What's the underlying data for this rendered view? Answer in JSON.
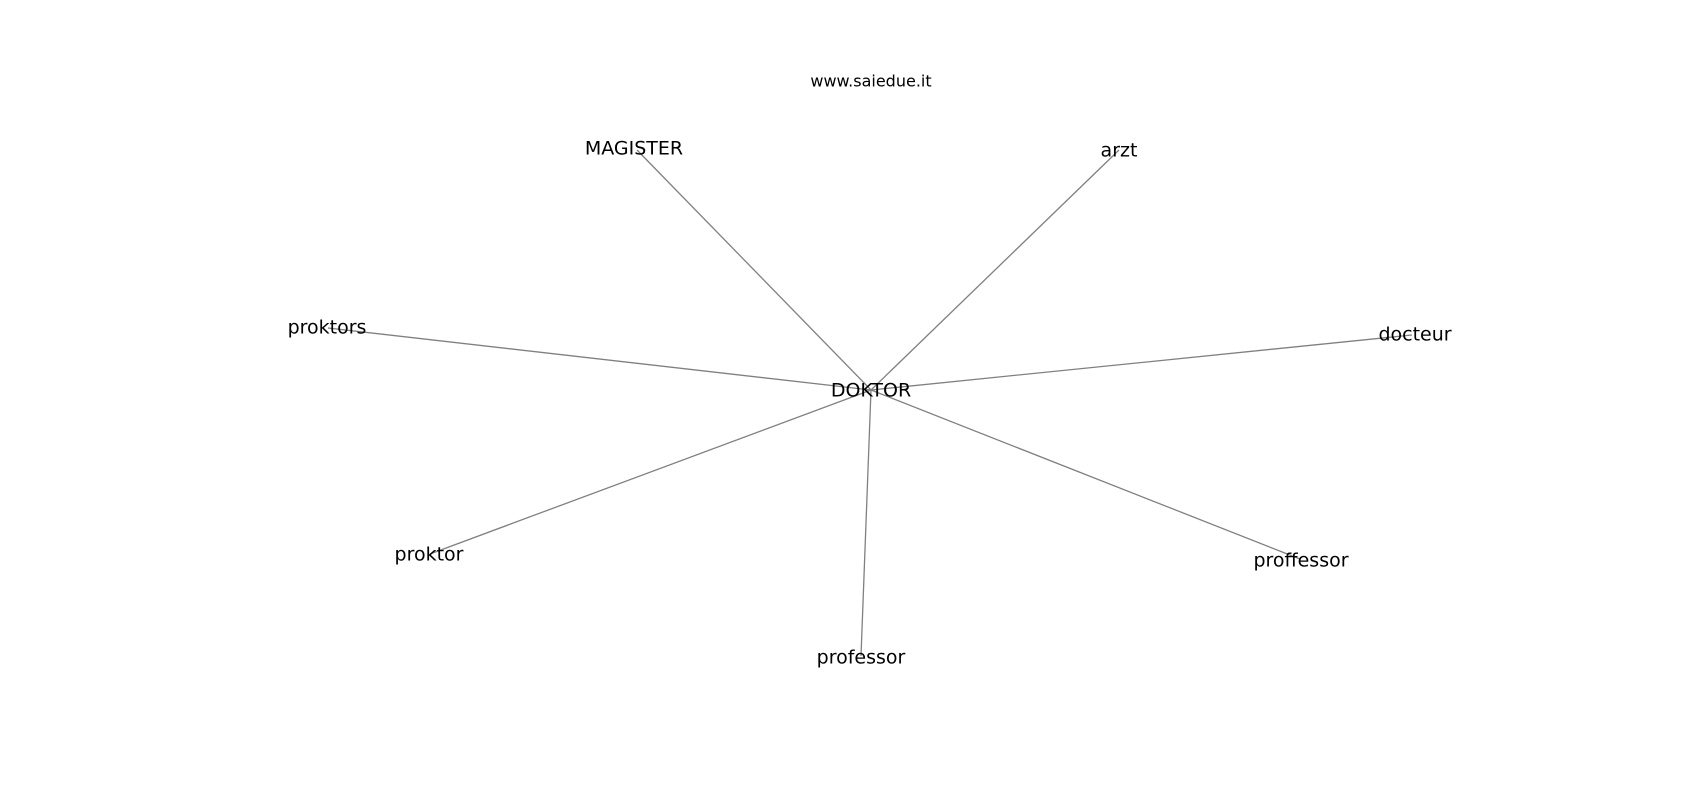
{
  "site": "www.saiedue.it",
  "center": {
    "id": "doktor",
    "label": "DOKTOR"
  },
  "nodes": [
    {
      "id": "magister",
      "label": "MAGISTER"
    },
    {
      "id": "arzt",
      "label": "arzt"
    },
    {
      "id": "proktors",
      "label": "proktors"
    },
    {
      "id": "docteur",
      "label": "docteur"
    },
    {
      "id": "proktor",
      "label": "proktor"
    },
    {
      "id": "proffessor",
      "label": "proffessor"
    },
    {
      "id": "professor",
      "label": "professor"
    }
  ],
  "edges": [
    {
      "from": "doktor",
      "to": "magister"
    },
    {
      "from": "doktor",
      "to": "arzt"
    },
    {
      "from": "doktor",
      "to": "proktors"
    },
    {
      "from": "doktor",
      "to": "docteur"
    },
    {
      "from": "doktor",
      "to": "proktor"
    },
    {
      "from": "doktor",
      "to": "proffessor"
    },
    {
      "from": "doktor",
      "to": "professor"
    }
  ],
  "colors": {
    "edge": "#808080",
    "text": "#000000",
    "background": "#ffffff"
  }
}
